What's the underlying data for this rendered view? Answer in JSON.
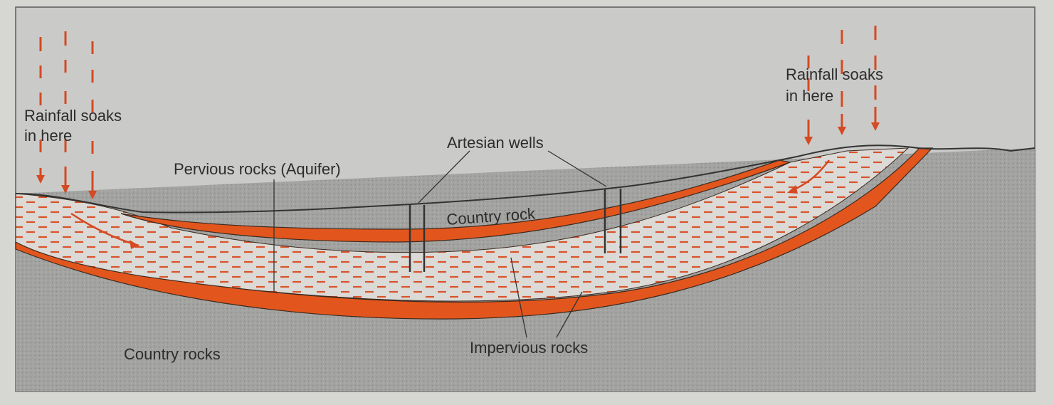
{
  "labels": {
    "rainfall_left": [
      "Rainfall soaks",
      "in here"
    ],
    "rainfall_right": [
      "Rainfall soaks",
      "in here"
    ],
    "pervious_rocks": "Pervious rocks (Aquifer)",
    "artesian_wells": "Artesian wells",
    "country_rock_upper": "Country rock",
    "country_rocks_lower": "Country rocks",
    "impervious_rocks": "Impervious rocks"
  },
  "colors": {
    "background": "#d6d6d3",
    "sky": "#c9c9c7",
    "country_rock": "#9a9a98",
    "impervious": "#e2561d",
    "aquifer": "#d9d7d4",
    "aquifer_dash": "#d9532a",
    "rain": "#d44a22",
    "outline": "#3a3a3a"
  }
}
